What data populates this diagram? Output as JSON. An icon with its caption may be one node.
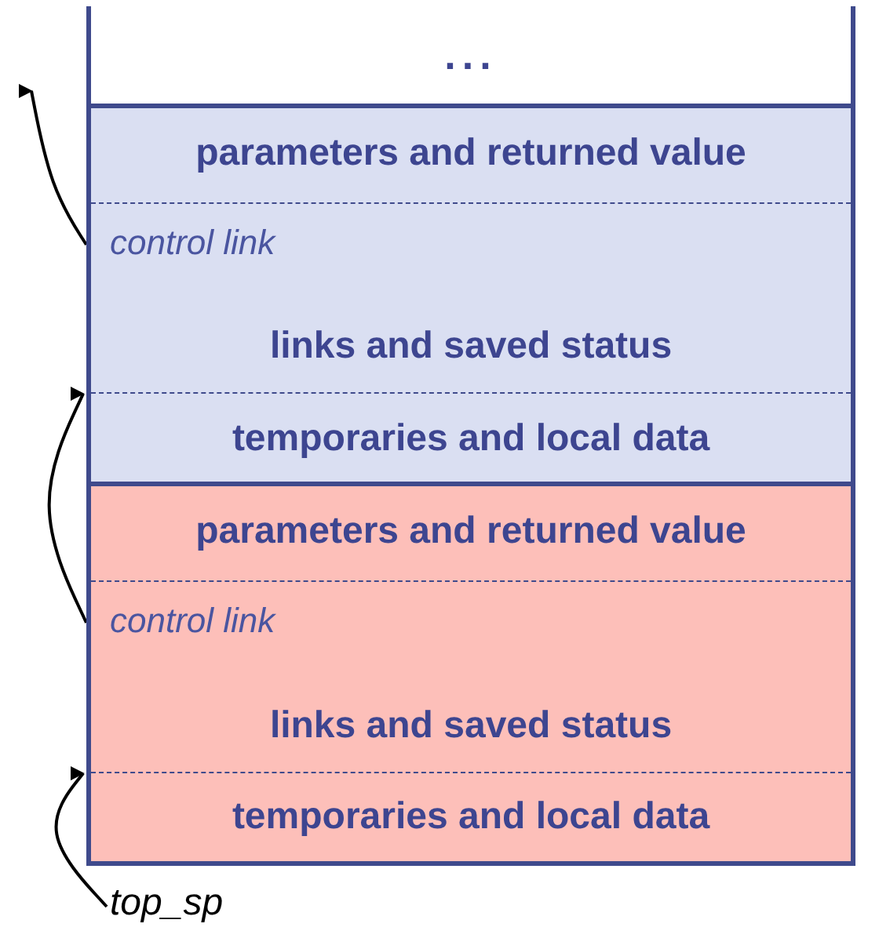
{
  "diagram": {
    "nodes": [
      {
        "text": [
          "..."
        ]
      },
      {
        "text": [],
        "shape": "box"
      },
      {
        "text": [
          "parameters and returned value"
        ],
        "in": 1
      },
      {
        "text": [
          "control link",
          "links and saved status"
        ],
        "in": 1
      },
      {
        "text": [
          "temporaries and local data"
        ],
        "in": 1
      },
      {
        "text": [],
        "shape": "box"
      },
      {
        "text": [
          "parameters and returned value"
        ],
        "in": 5
      },
      {
        "text": [
          "control link",
          "links and saved status"
        ],
        "in": 5
      },
      {
        "text": [
          "temporaries and local data"
        ],
        "in": 5
      },
      {
        "text": [
          "top_sp"
        ]
      }
    ],
    "edges": [
      {
        "from": 3,
        "to": null,
        "arrow": "to"
      },
      {
        "from": 7,
        "to": 4,
        "arrow": "to"
      },
      {
        "from": 9,
        "to": 8,
        "arrow": "to"
      }
    ]
  }
}
